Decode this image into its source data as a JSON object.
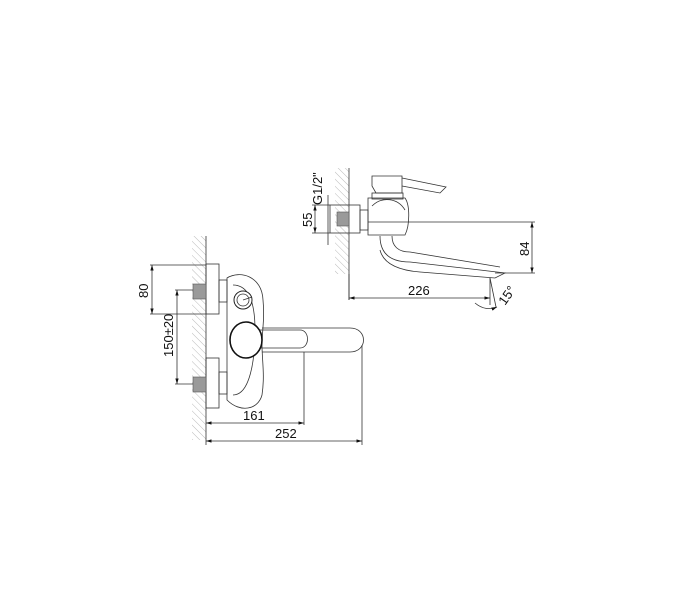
{
  "drawing": {
    "title": "Wall-mounted mixer technical drawing",
    "front_view": {
      "dimensions": {
        "inlet_offset": "80",
        "inlet_spacing": "150±20",
        "depth_to_handle": "161",
        "overall_projection": "252"
      }
    },
    "side_view": {
      "dimensions": {
        "thread": "G1/2\"",
        "flange": "55",
        "spout_height": "84",
        "spout_reach": "226",
        "spout_angle": "15°"
      }
    },
    "colors": {
      "line": "#222222",
      "hatch": "#aaaaaa",
      "insert": "#9a9a9a"
    }
  }
}
